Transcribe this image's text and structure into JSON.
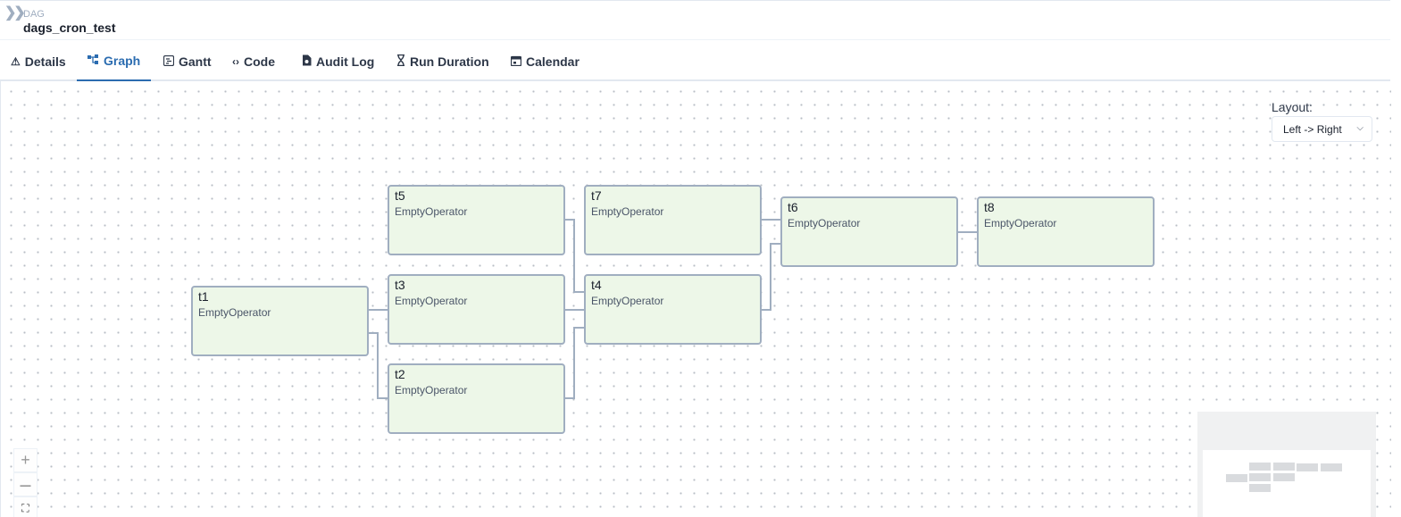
{
  "header": {
    "expand_icon": "double-chevron-right",
    "breadcrumb_label": "DAG",
    "breadcrumb_value": "dags_cron_test"
  },
  "tabs": [
    {
      "label": "Details",
      "icon": "warning-triangle",
      "active": false
    },
    {
      "label": "Graph",
      "icon": "graph-nodes",
      "active": true
    },
    {
      "label": "Gantt",
      "icon": "gantt",
      "active": false
    },
    {
      "label": "Code",
      "icon": "code-brackets",
      "active": false
    },
    {
      "label": "Audit Log",
      "icon": "document",
      "active": false
    },
    {
      "label": "Run Duration",
      "icon": "hourglass",
      "active": false
    },
    {
      "label": "Calendar",
      "icon": "calendar",
      "active": false
    }
  ],
  "layout_control": {
    "label": "Layout:",
    "value": "Left -> Right"
  },
  "graph": {
    "nodes": [
      {
        "id": "t1",
        "operator": "EmptyOperator"
      },
      {
        "id": "t5",
        "operator": "EmptyOperator"
      },
      {
        "id": "t3",
        "operator": "EmptyOperator"
      },
      {
        "id": "t2",
        "operator": "EmptyOperator"
      },
      {
        "id": "t7",
        "operator": "EmptyOperator"
      },
      {
        "id": "t4",
        "operator": "EmptyOperator"
      },
      {
        "id": "t6",
        "operator": "EmptyOperator"
      },
      {
        "id": "t8",
        "operator": "EmptyOperator"
      }
    ],
    "edges": [
      [
        "t1",
        "t3"
      ],
      [
        "t1",
        "t2"
      ],
      [
        "t5",
        "t4"
      ],
      [
        "t3",
        "t4"
      ],
      [
        "t2",
        "t4"
      ],
      [
        "t7",
        "t6"
      ],
      [
        "t4",
        "t6"
      ],
      [
        "t6",
        "t8"
      ]
    ]
  },
  "zoom_controls": {
    "zoom_in": "+",
    "zoom_out": "—",
    "fit_view": "⛶"
  },
  "colors": {
    "active_tab": "#2b6cb0",
    "node_fill": "#edf7e8",
    "node_border": "#a0aec0",
    "edge": "#a0aec0"
  }
}
